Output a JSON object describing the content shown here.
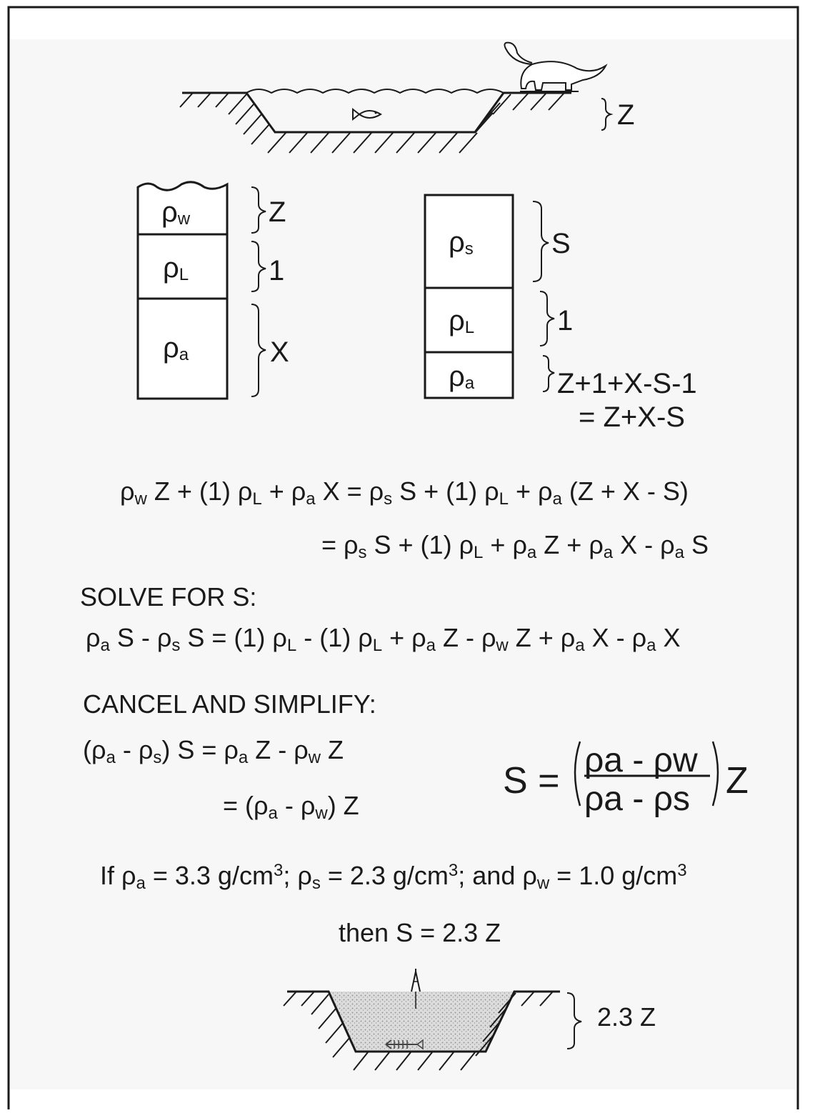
{
  "colors": {
    "ink": "#1a1a1a",
    "paper": "#f7f7f7",
    "frame": "#1a1a1a",
    "sediment": "#d9d9d9"
  },
  "icons": [
    "dinosaur-icon",
    "fish-icon",
    "fish-fossil-icon",
    "oil-derrick-icon"
  ],
  "top_scene": {
    "depth_label": "Z"
  },
  "left_column": {
    "layers": [
      {
        "rho": "ρ",
        "sub": "w",
        "brace": "Z"
      },
      {
        "rho": "ρ",
        "sub": "L",
        "brace": "1"
      },
      {
        "rho": "ρ",
        "sub": "a",
        "brace": "X"
      }
    ]
  },
  "right_column": {
    "layers": [
      {
        "rho": "ρ",
        "sub": "s",
        "brace": "S"
      },
      {
        "rho": "ρ",
        "sub": "L",
        "brace": "1"
      },
      {
        "rho": "ρ",
        "sub": "a",
        "brace": "Z+1+X-S-1"
      }
    ],
    "brace_result": "= Z+X-S"
  },
  "equations": {
    "eq1": {
      "r1": "ρ",
      "s1": "w",
      "t1": " Z + (1) ",
      "r2": "ρ",
      "s2": "L",
      "t2": " + ",
      "r3": "ρ",
      "s3": "a",
      "t3": " X = ",
      "r4": "ρ",
      "s4": "s",
      "t4": " S + (1) ",
      "r5": "ρ",
      "s5": "L",
      "t5": " + ",
      "r6": "ρ",
      "s6": "a",
      "t6": " (Z + X - S)"
    },
    "eq2": {
      "t0": "= ",
      "r1": "ρ",
      "s1": "s",
      "t1": " S + (1) ",
      "r2": "ρ",
      "s2": "L",
      "t2": " + ",
      "r3": "ρ",
      "s3": "a",
      "t3": " Z + ",
      "r4": "ρ",
      "s4": "a",
      "t4": " X - ",
      "r5": "ρ",
      "s5": "a",
      "t5": " S"
    },
    "solve_heading": "SOLVE FOR S:",
    "eq3": {
      "r1": "ρ",
      "s1": "a",
      "t1": " S - ",
      "r2": "ρ",
      "s2": "s",
      "t2": " S = (1) ",
      "r3": "ρ",
      "s3": "L",
      "t3": " - (1) ",
      "r4": "ρ",
      "s4": "L",
      "t4": " + ",
      "r5": "ρ",
      "s5": "a",
      "t5": " Z - ",
      "r6": "ρ",
      "s6": "w",
      "t6": " Z + ",
      "r7": "ρ",
      "s7": "a",
      "t7": " X - ",
      "r8": "ρ",
      "s8": "a",
      "t8": " X"
    },
    "cancel_heading": "CANCEL AND SIMPLIFY:",
    "eq4": {
      "t0": "(",
      "r1": "ρ",
      "s1": "a",
      "t1": " - ",
      "r2": "ρ",
      "s2": "s",
      "t2": ") S = ",
      "r3": "ρ",
      "s3": "a",
      "t3": " Z - ",
      "r4": "ρ",
      "s4": "w",
      "t4": " Z"
    },
    "eq5": {
      "t0": "= (",
      "r1": "ρ",
      "s1": "a",
      "t1": " - ",
      "r2": "ρ",
      "s2": "w",
      "t2": ") Z"
    },
    "final": {
      "lhs": "S =",
      "num": "ρa - ρw",
      "den": "ρa - ρs",
      "rhs": "Z"
    },
    "given": {
      "t0": "If ",
      "r1": "ρ",
      "s1": "a",
      "t1": " = 3.3 g/cm",
      "e1": "3",
      "t2": "; ",
      "r2": "ρ",
      "s2": "s",
      "t3": " = 2.3 g/cm",
      "e2": "3",
      "t4": "; and ",
      "r3": "ρ",
      "s3": "w",
      "t5": " = 1.0 g/cm",
      "e3": "3"
    },
    "result": "then S = 2.3 Z"
  },
  "bottom_scene": {
    "depth_label": "2.3 Z"
  }
}
